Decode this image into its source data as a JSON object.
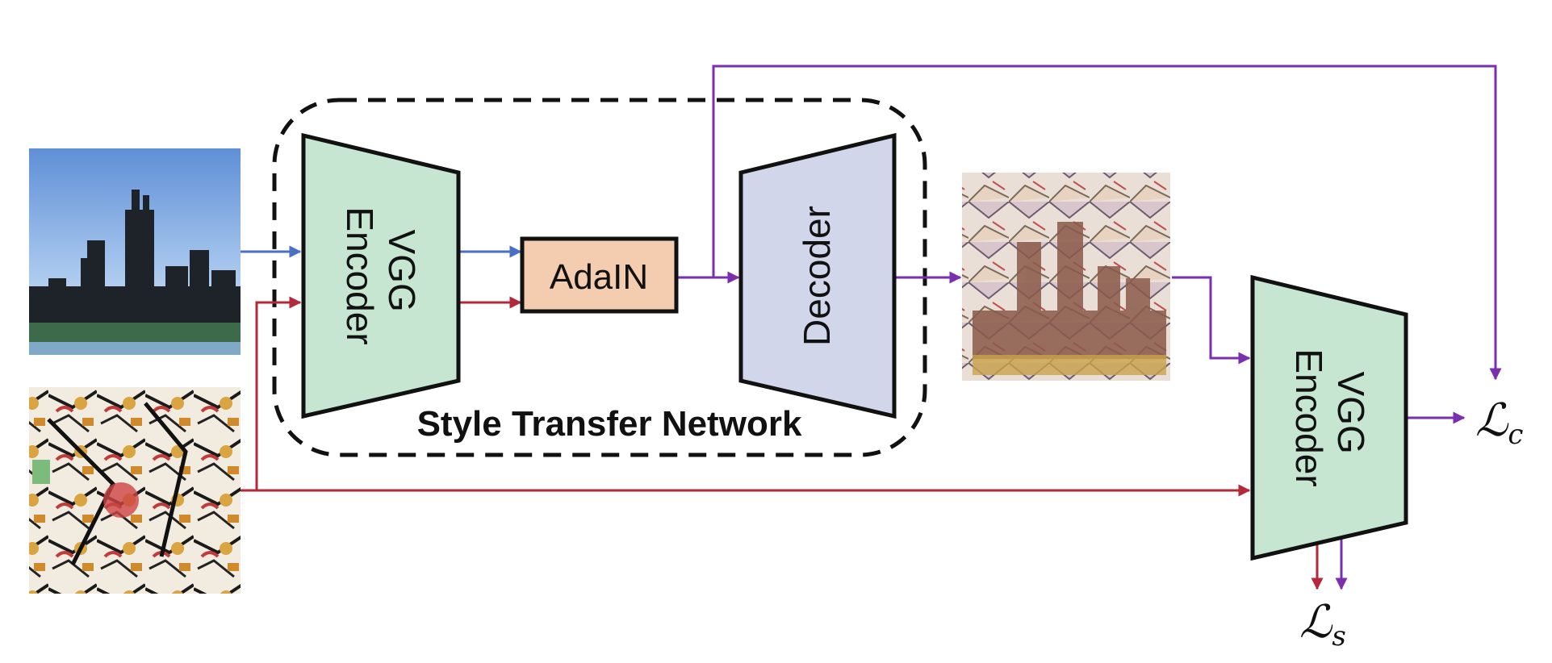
{
  "diagram": {
    "network_label": "Style Transfer Network",
    "encoder_label_line1": "VGG",
    "encoder_label_line2": "Encoder",
    "adain_label": "AdaIN",
    "decoder_label": "Decoder",
    "loss_content": {
      "symbol": "ℒ",
      "subscript": "c"
    },
    "loss_style": {
      "symbol": "ℒ",
      "subscript": "s"
    }
  },
  "images": {
    "content": "city-skyline-photo",
    "style": "abstract-painting",
    "output": "stylized-city-image"
  },
  "colors": {
    "encoder_fill": "#c6e6d2",
    "decoder_fill": "#d2d6ea",
    "adain_fill": "#f4cdb1",
    "content_arrow": "#4a6fc4",
    "style_arrow": "#b3283a",
    "output_arrow": "#7a2fb0",
    "outline": "#111111"
  }
}
